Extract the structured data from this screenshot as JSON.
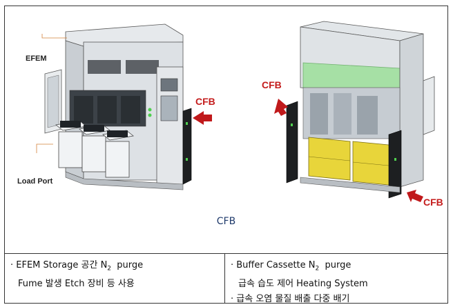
{
  "figure": {
    "labels": {
      "efem": "EFEM",
      "load_port": "Load Port",
      "cfb_left": "CFB",
      "cfb_right_top": "CFB",
      "cfb_right_bottom": "CFB"
    },
    "caption": "CFB"
  },
  "table": {
    "left": {
      "line1_prefix": "· EFEM Storage 공간 N",
      "line1_sub": "2",
      "line1_suffix": "  purge",
      "line2": "Fume 발생 Etch 장비 등 사용"
    },
    "right": {
      "line1_prefix": "· Buffer Cassette N",
      "line1_sub": "2",
      "line1_suffix": "  purge",
      "line2": "급속 습도 제어 Heating System",
      "line3": "· 급속 오염 물질 배출 다중 배기"
    }
  },
  "colors": {
    "arrow": "#c0191b",
    "machine_body": "#d8dde2",
    "yellow_panel": "#e8d53a",
    "green_top": "#8fe08a"
  }
}
